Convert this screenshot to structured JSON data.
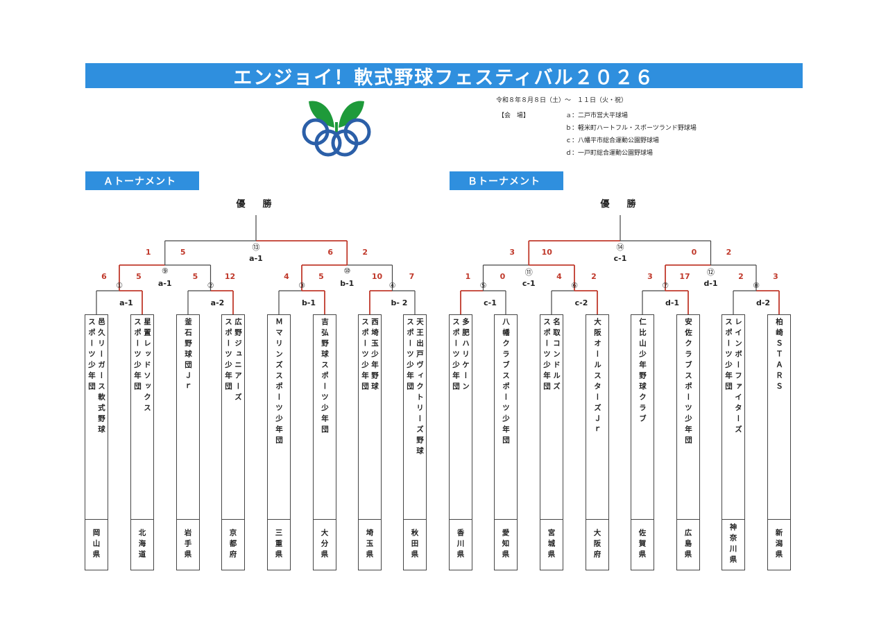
{
  "title": "エンジョイ！軟式野球フェスティバル２０２６",
  "schedule": {
    "dates": "令和８年８月８日（土）～　１１日（火・祝）",
    "venue_label": "【会　場】",
    "venues": [
      "ａ：二戸市営大平球場",
      "ｂ：軽米町ハートフル・スポーツランド野球場",
      "ｃ：八幡平市総合運動公園野球場",
      "ｄ：一戸町総合運動公園野球場"
    ]
  },
  "tournaments": [
    {
      "label": "Ａトーナメント",
      "champion_label": "優　勝",
      "final": {
        "num": "⑬",
        "code": "a-1",
        "scores": [
          "1",
          "5",
          "6",
          "2"
        ]
      },
      "semis": [
        {
          "num": "⑨",
          "code": "a-1",
          "scores": [
            "6",
            "5",
            "5",
            "12"
          ]
        },
        {
          "num": "⑩",
          "code": "b-1",
          "scores": [
            "4",
            "5",
            "10",
            "7"
          ]
        }
      ],
      "firsts": [
        {
          "num": "①",
          "code": "a-1"
        },
        {
          "num": "②",
          "code": "a-2"
        },
        {
          "num": "③",
          "code": "b-1"
        },
        {
          "num": "④",
          "code": "b- 2"
        }
      ],
      "teams": [
        {
          "name": [
            "邑久リーガース軟式野球",
            "スポーツ少年団"
          ],
          "pref": "岡山県"
        },
        {
          "name": [
            "星置レッドソックス",
            "スポーツ少年団"
          ],
          "pref": "北海道"
        },
        {
          "name": [
            "釜石野球団Ｊｒ"
          ],
          "pref": "岩手県"
        },
        {
          "name": [
            "広野ジュニアーズ",
            "スポーツ少年団"
          ],
          "pref": "京都府"
        },
        {
          "name": [
            "Ｍマリンズスポーツ少年団"
          ],
          "pref": "三重県"
        },
        {
          "name": [
            "吉弘野球スポーツ少年団"
          ],
          "pref": "大分県"
        },
        {
          "name": [
            "西埼玉少年野球",
            "スポーツ少年団"
          ],
          "pref": "埼玉県"
        },
        {
          "name": [
            "天王出戸ヴィクトリーズ野球",
            "スポーツ少年団"
          ],
          "pref": "秋田県"
        }
      ]
    },
    {
      "label": "Ｂトーナメント",
      "champion_label": "優　勝",
      "final": {
        "num": "⑭",
        "code": "c-1",
        "scores": [
          "3",
          "10",
          "0",
          "2"
        ]
      },
      "semis": [
        {
          "num": "⑪",
          "code": "c-1",
          "scores": [
            "1",
            "0",
            "4",
            "2"
          ]
        },
        {
          "num": "⑫",
          "code": "d-1",
          "scores": [
            "3",
            "17",
            "2",
            "3"
          ]
        }
      ],
      "firsts": [
        {
          "num": "⑤",
          "code": "c-1"
        },
        {
          "num": "⑥",
          "code": "c-2"
        },
        {
          "num": "⑦",
          "code": "d-1"
        },
        {
          "num": "⑧",
          "code": "d-2"
        }
      ],
      "teams": [
        {
          "name": [
            "多肥ハリケーン",
            "スポーツ少年団"
          ],
          "pref": "香川県"
        },
        {
          "name": [
            "八幡クラブスポーツ少年団"
          ],
          "pref": "愛知県"
        },
        {
          "name": [
            "名取コンドルズ",
            "スポーツ少年団"
          ],
          "pref": "宮城県"
        },
        {
          "name": [
            "大阪オールスターズＪｒ"
          ],
          "pref": "大阪府"
        },
        {
          "name": [
            "仁比山少年野球クラブ"
          ],
          "pref": "佐賀県"
        },
        {
          "name": [
            "安佐クラブスポーツ少年団"
          ],
          "pref": "広島県"
        },
        {
          "name": [
            "レインボーファイターズ",
            "スポーツ少年団"
          ],
          "pref": "神奈川県"
        },
        {
          "name": [
            "柏崎ＳＴＡＲＳ"
          ],
          "pref": "新潟県"
        }
      ]
    }
  ],
  "winners": {
    "A": {
      "firsts": [
        1,
        1,
        1,
        0
      ],
      "semis": [
        0,
        0
      ],
      "final": 1
    },
    "B": {
      "firsts": [
        0,
        1,
        1,
        1
      ],
      "semis": [
        1,
        0
      ],
      "final": 0
    }
  },
  "colors": {
    "accent": "#2f8fde",
    "winner_line": "#c0392b",
    "line": "#444444",
    "leaf_green": "#1e9a3a",
    "ring_blue": "#2b5fa8"
  }
}
